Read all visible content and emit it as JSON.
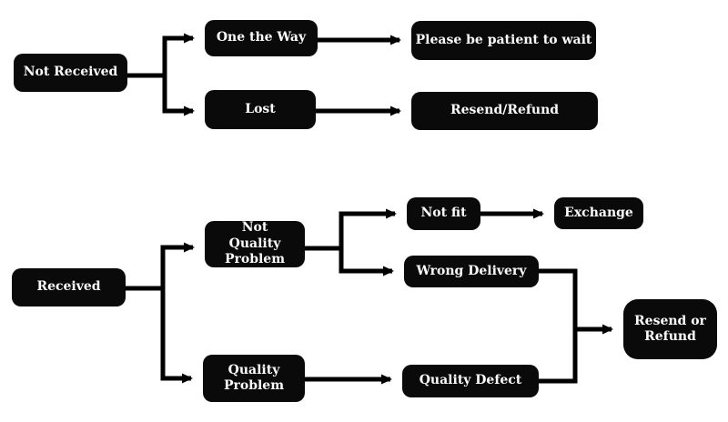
{
  "diagram": {
    "type": "flowchart",
    "background_color": "#ffffff",
    "node_fill_color": "#0a0a0a",
    "node_text_color": "#fcfcfc",
    "connector_color": "#000000",
    "nodes": {
      "not_received": {
        "label": "Not Received"
      },
      "one_the_way": {
        "label": "One the Way"
      },
      "please_patient": {
        "label": "Please be patient to wait"
      },
      "lost": {
        "label": "Lost"
      },
      "resend_refund": {
        "label": "Resend/Refund"
      },
      "received": {
        "label": "Received"
      },
      "not_quality": {
        "label": "Not Quality Problem"
      },
      "quality_problem": {
        "label": "Quality Problem"
      },
      "not_fit": {
        "label": "Not fit"
      },
      "exchange": {
        "label": "Exchange"
      },
      "wrong_delivery": {
        "label": "Wrong Delivery"
      },
      "quality_defect": {
        "label": "Quality Defect"
      },
      "resend_or_refund": {
        "label": "Resend or Refund"
      }
    },
    "edges": [
      {
        "from": "Not Received",
        "to": "One the Way"
      },
      {
        "from": "Not Received",
        "to": "Lost"
      },
      {
        "from": "One the Way",
        "to": "Please be patient to wait"
      },
      {
        "from": "Lost",
        "to": "Resend/Refund"
      },
      {
        "from": "Received",
        "to": "Not Quality Problem"
      },
      {
        "from": "Received",
        "to": "Quality Problem"
      },
      {
        "from": "Not Quality Problem",
        "to": "Not fit"
      },
      {
        "from": "Not Quality Problem",
        "to": "Wrong Delivery"
      },
      {
        "from": "Not fit",
        "to": "Exchange"
      },
      {
        "from": "Wrong Delivery",
        "to": "Resend or Refund"
      },
      {
        "from": "Quality Problem",
        "to": "Quality Defect"
      },
      {
        "from": "Quality Defect",
        "to": "Resend or Refund"
      }
    ]
  }
}
